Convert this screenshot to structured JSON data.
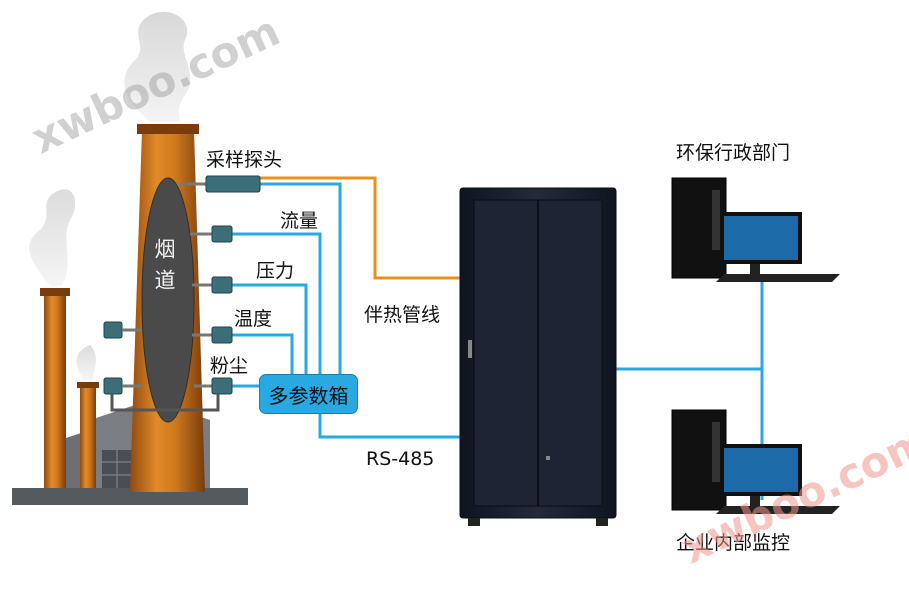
{
  "labels": {
    "sampling_probe": "采样探头",
    "flow": "流量",
    "pressure": "压力",
    "temperature": "温度",
    "dust": "粉尘",
    "flue": "烟道",
    "multi_param_box": "多参数箱",
    "heated_line": "伴热管线",
    "rs485": "RS-485",
    "env_dept": "环保行政部门",
    "enterprise_monitor": "企业内部监控"
  },
  "watermarks": [
    "xwboo.com",
    "xwboo.com"
  ],
  "colors": {
    "signal_line": "#29a9e1",
    "heated_line": "#e8911f",
    "stack": "#c8731b",
    "cabinet": "#1c2231"
  }
}
